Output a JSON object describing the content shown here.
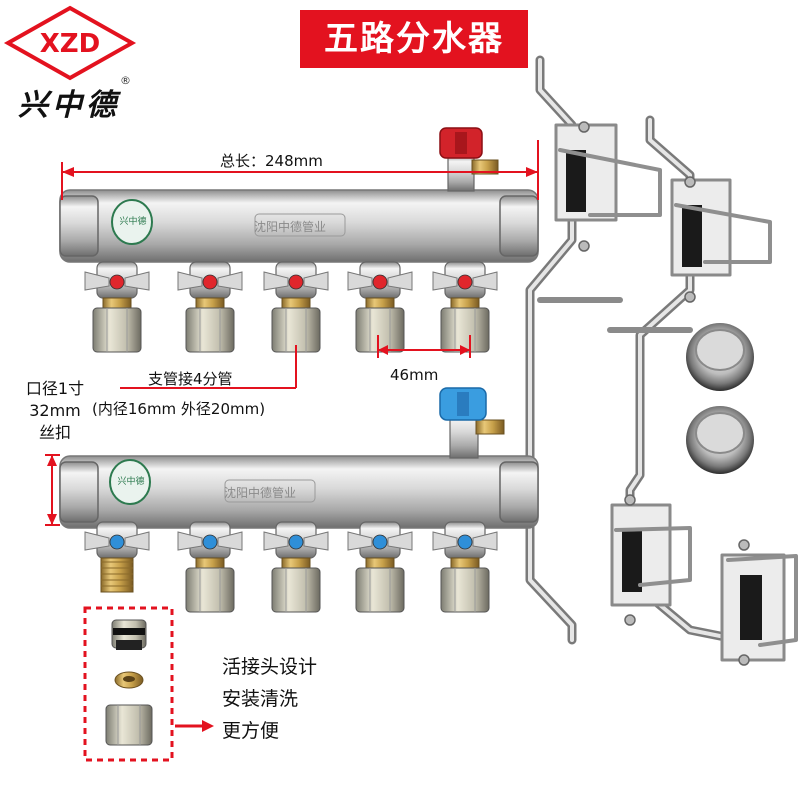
{
  "brand": {
    "logo_text": "XZD",
    "name_cn": "兴中德",
    "registered_mark": "®",
    "accent_color": "#e3121f"
  },
  "title": "五路分水器",
  "dimensions": {
    "total_length": "总长：248mm",
    "outlet_spacing": "46mm",
    "branch_line1": "支管接4分管",
    "branch_line2": "(内径16mm 外径20mm)",
    "inlet_line1": "口径1寸",
    "inlet_line2": "32mm",
    "inlet_line3": "丝扣"
  },
  "manifold": {
    "engraving": "沈阳中德管业",
    "label_sticker": "兴中德",
    "outlets": 5,
    "upper_valve_color": "#e0262c",
    "lower_valve_color": "#2f8fd8"
  },
  "features": [
    "活接头设计",
    "安装清洗",
    "更方便"
  ]
}
